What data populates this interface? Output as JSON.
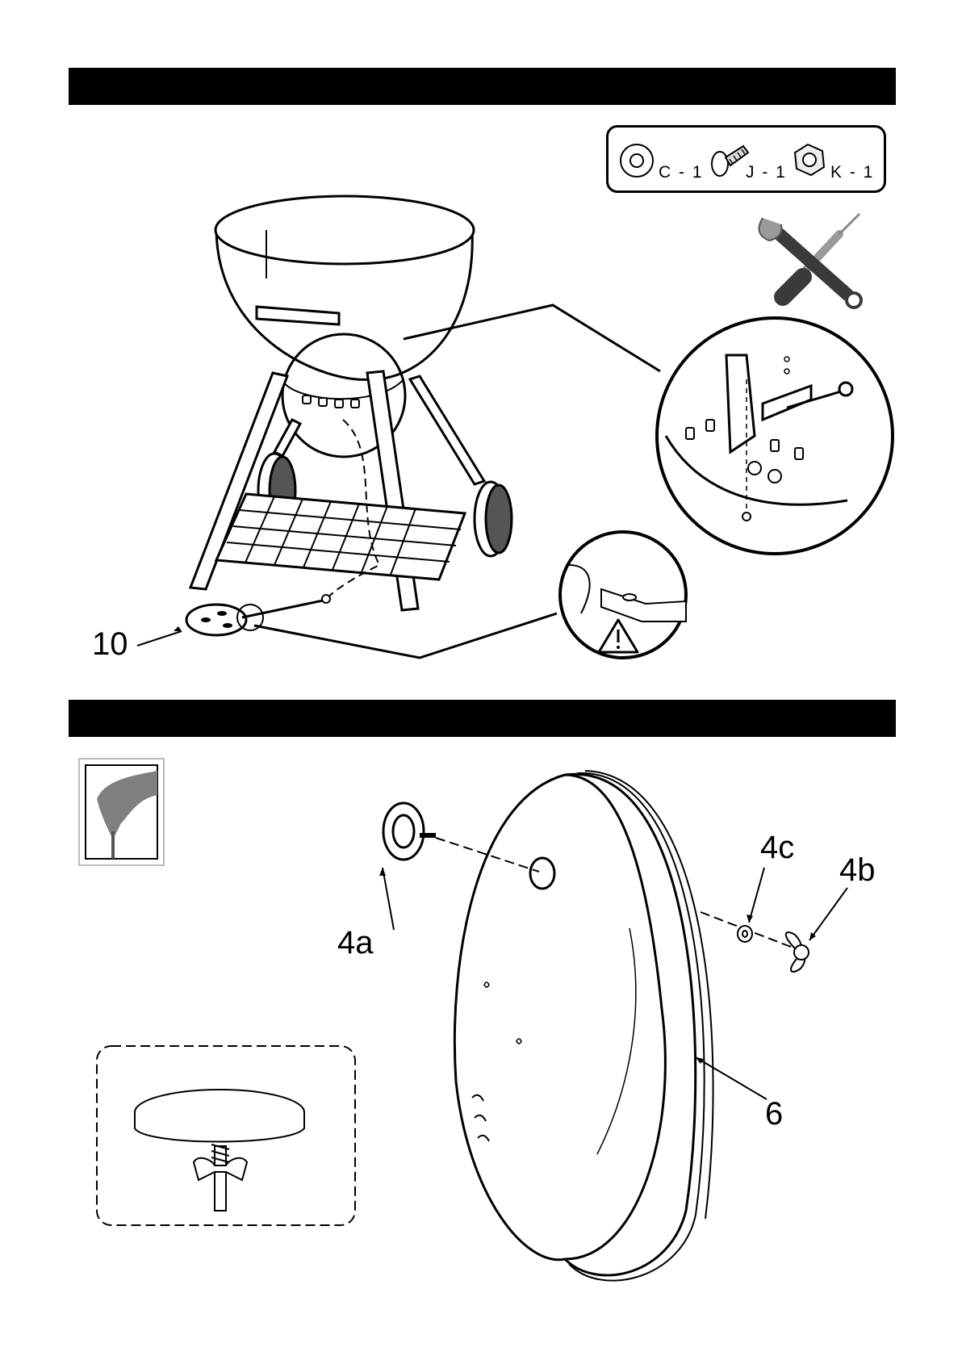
{
  "hardware": {
    "items": [
      {
        "code": "C - 1",
        "icon": "washer-icon"
      },
      {
        "code": "J - 1",
        "icon": "bolt-icon"
      },
      {
        "code": "K - 1",
        "icon": "nut-icon"
      }
    ]
  },
  "step1": {
    "part_label": "10"
  },
  "step2": {
    "labels": {
      "thermometer": "4a",
      "wing_nut": "4b",
      "washer": "4c",
      "lid": "6"
    }
  },
  "colors": {
    "header_bar": "#000000",
    "tool_handle": "#3a3a3a",
    "tool_metal": "#9a9a9a"
  }
}
